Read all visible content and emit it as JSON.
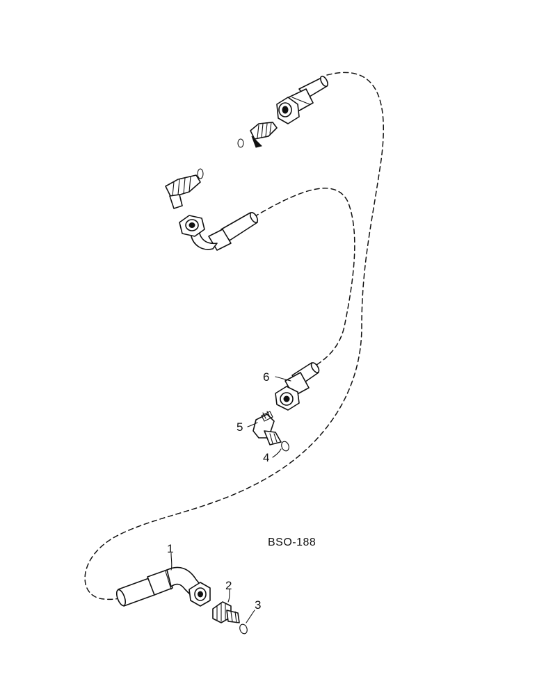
{
  "diagram": {
    "reference_code": "BSO-188",
    "callouts": [
      {
        "id": "1",
        "label": "1"
      },
      {
        "id": "2",
        "label": "2"
      },
      {
        "id": "3",
        "label": "3"
      },
      {
        "id": "4",
        "label": "4"
      },
      {
        "id": "5",
        "label": "5"
      },
      {
        "id": "6",
        "label": "6"
      }
    ]
  }
}
